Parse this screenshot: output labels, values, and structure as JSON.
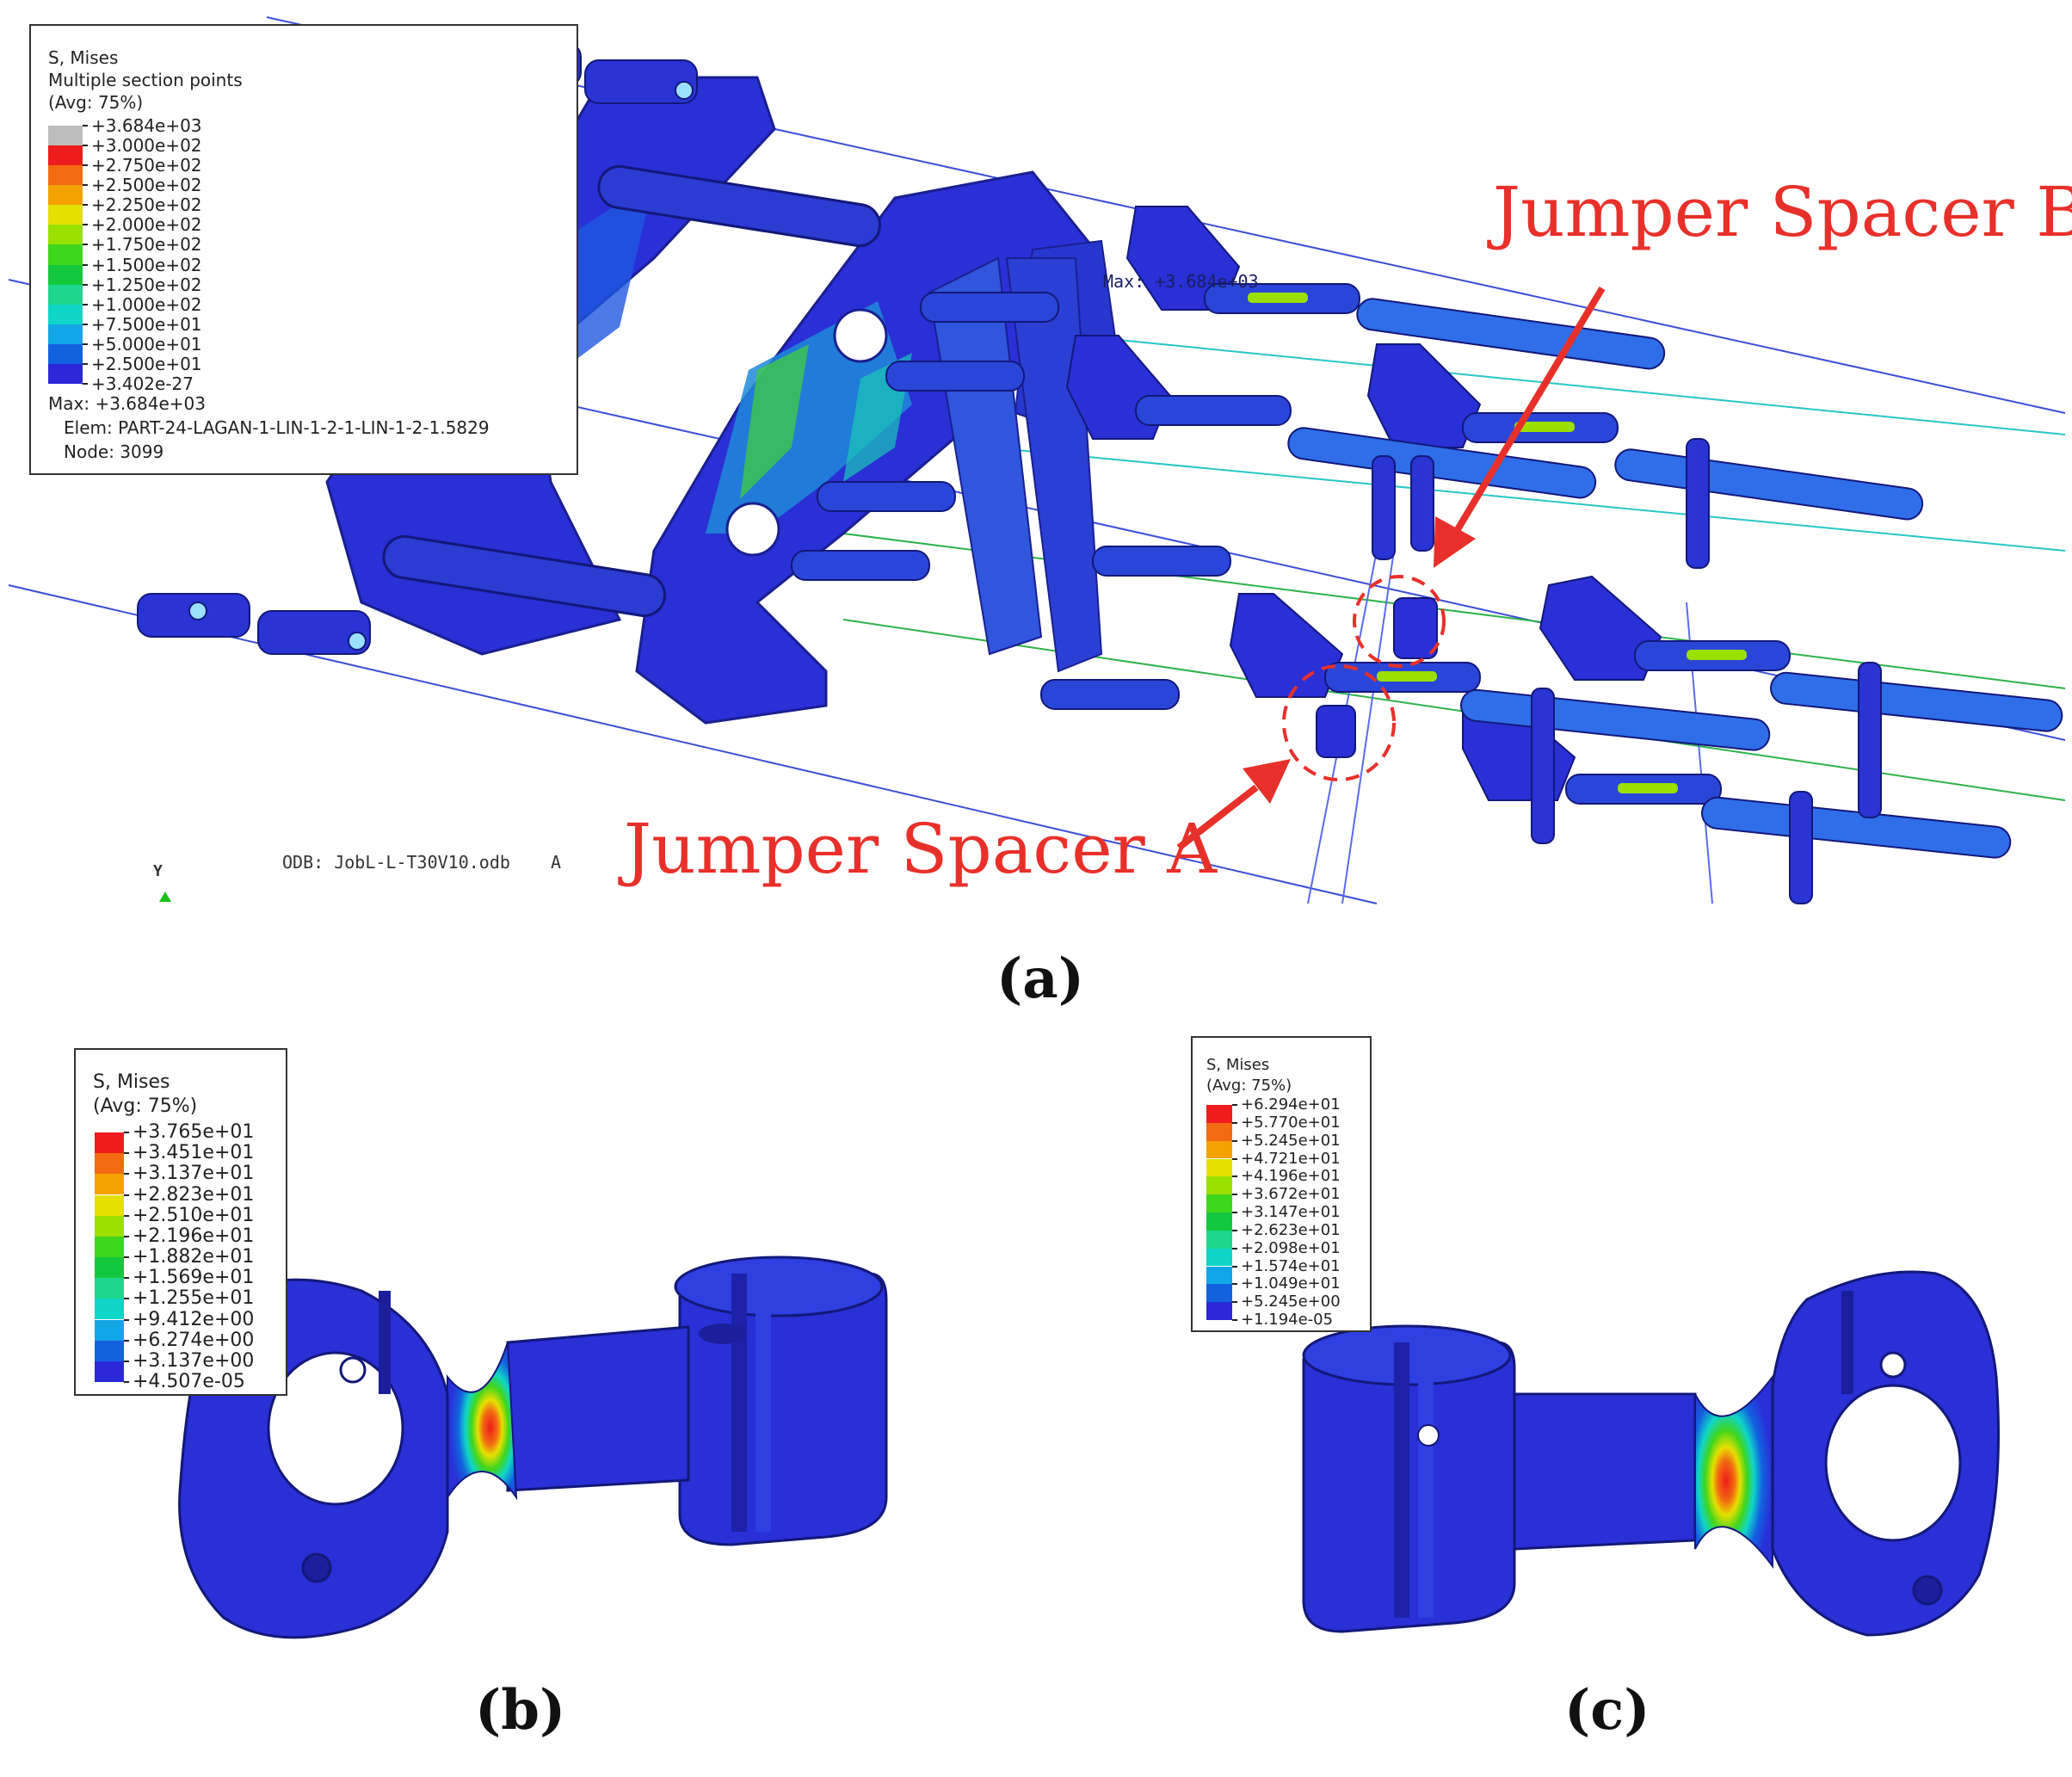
{
  "panel_a": {
    "legend": {
      "title_lines": [
        "S, Mises",
        "Multiple section points",
        "(Avg: 75%)"
      ],
      "values": [
        "+3.684e+03",
        "+3.000e+02",
        "+2.750e+02",
        "+2.500e+02",
        "+2.250e+02",
        "+2.000e+02",
        "+1.750e+02",
        "+1.500e+02",
        "+1.250e+02",
        "+1.000e+02",
        "+7.500e+01",
        "+5.000e+01",
        "+2.500e+01",
        "+3.402e-27"
      ],
      "colors": [
        "#bdbdbd",
        "#ee1c1c",
        "#f26a12",
        "#f4a200",
        "#e6e000",
        "#9ae000",
        "#3fd61e",
        "#13c83c",
        "#1ed68c",
        "#10d6c8",
        "#12a6e6",
        "#1262e0",
        "#2b28d8"
      ],
      "max_label": "Max: +3.684e+03",
      "elem_label": "Elem: PART-24-LAGAN-1-LIN-1-2-1-LIN-1-2-1.5829",
      "node_label": "Node: 3099"
    },
    "max_marker": "Max: +3.684e+03",
    "callout_b": "Jumper Spacer B",
    "callout_a": "Jumper Spacer A",
    "odb_label": "ODB: JobL-L-T30V10.odb",
    "odb_tail": "A",
    "axis_label": "Y",
    "caption": "(a)"
  },
  "panel_b": {
    "legend": {
      "title_lines": [
        "S, Mises",
        "(Avg: 75%)"
      ],
      "values": [
        "+3.765e+01",
        "+3.451e+01",
        "+3.137e+01",
        "+2.823e+01",
        "+2.510e+01",
        "+2.196e+01",
        "+1.882e+01",
        "+1.569e+01",
        "+1.255e+01",
        "+9.412e+00",
        "+6.274e+00",
        "+3.137e+00",
        "+4.507e-05"
      ],
      "colors": [
        "#ee1c1c",
        "#f26a12",
        "#f4a200",
        "#e6e000",
        "#9ae000",
        "#3fd61e",
        "#13c83c",
        "#1ed68c",
        "#10d6c8",
        "#12a6e6",
        "#1262e0",
        "#2b28d8"
      ]
    },
    "caption": "(b)"
  },
  "panel_c": {
    "legend": {
      "title_lines": [
        "S, Mises",
        "(Avg: 75%)"
      ],
      "values": [
        "+6.294e+01",
        "+5.770e+01",
        "+5.245e+01",
        "+4.721e+01",
        "+4.196e+01",
        "+3.672e+01",
        "+3.147e+01",
        "+2.623e+01",
        "+2.098e+01",
        "+1.574e+01",
        "+1.049e+01",
        "+5.245e+00",
        "+1.194e-05"
      ],
      "colors": [
        "#ee1c1c",
        "#f26a12",
        "#f4a200",
        "#e6e000",
        "#9ae000",
        "#3fd61e",
        "#13c83c",
        "#1ed68c",
        "#10d6c8",
        "#12a6e6",
        "#1262e0",
        "#2b28d8"
      ]
    },
    "caption": "(c)"
  },
  "theme": {
    "model_blue": "#2a2fd6",
    "model_light_blue": "#2f6ee8",
    "callout_red": "#e8302a"
  }
}
